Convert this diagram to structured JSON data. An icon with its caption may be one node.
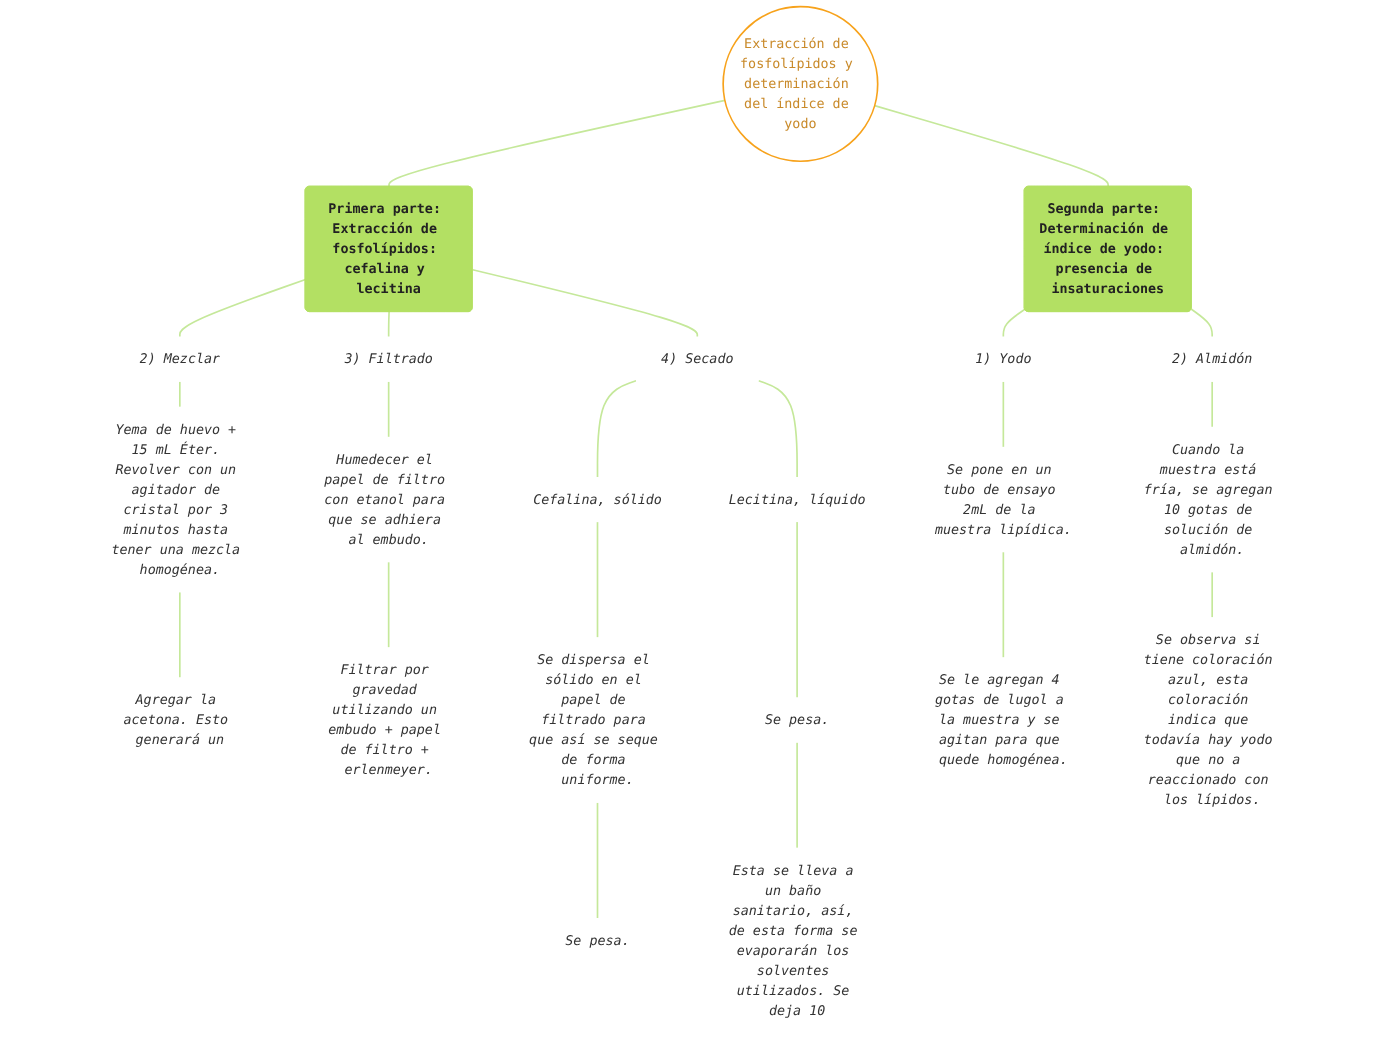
{
  "diagram": {
    "nodes": [
      {
        "text": [
          "Extracción de fosfolípidos y determinación del índice de yodo"
        ]
      },
      {
        "text": [
          "Primera parte: Extracción de fosfolípidos: cefalina y lecitina"
        ]
      },
      {
        "text": [
          "2) Mezclar"
        ]
      },
      {
        "text": [
          "Yema de huevo + 15 mL Éter. Revolver con un agitador de cristal por 3 minutos hasta tener una mezcla homogénea."
        ]
      },
      {
        "text": [
          "Agregar la acetona. Esto generará un"
        ]
      },
      {
        "text": [
          "3) Filtrado"
        ]
      },
      {
        "text": [
          "Humedecer el papel de filtro con etanol para que se adhiera al embudo."
        ]
      },
      {
        "text": [
          "Filtrar por gravedad utilizando un embudo + papel de filtro + erlenmeyer."
        ]
      },
      {
        "text": [
          "4) Secado"
        ]
      },
      {
        "text": [
          "Cefalina, sólido"
        ]
      },
      {
        "text": [
          "Se dispersa el sólido en el papel de filtrado para que así se seque de forma uniforme."
        ]
      },
      {
        "text": [
          "Se pesa."
        ]
      },
      {
        "text": [
          "Lecitina, líquido"
        ]
      },
      {
        "text": [
          "Se pesa."
        ]
      },
      {
        "text": [
          "Esta se lleva a un baño sanitario, así, de esta forma se evaporarán los solventes utilizados. Se deja 10"
        ]
      },
      {
        "text": [
          "Segunda parte: Determinación de índice de yodo: presencia de insaturaciones"
        ]
      },
      {
        "text": [
          "1) Yodo"
        ]
      },
      {
        "text": [
          "Se pone en un tubo de ensayo 2mL de la muestra lipídica."
        ]
      },
      {
        "text": [
          "Se le agregan 4 gotas de lugol a la muestra y se agitan para que quede homogénea."
        ]
      },
      {
        "text": [
          "2) Almidón"
        ]
      },
      {
        "text": [
          "Cuando la muestra está fría, se agregan 10 gotas de solución de almidón."
        ]
      },
      {
        "text": [
          "Se observa si tiene coloración azul, esta coloración indica que todavía hay yodo que no a reaccionado con los lípidos."
        ]
      }
    ],
    "edges": [
      {
        "from": 0,
        "to": 1,
        "arrow": "none"
      },
      {
        "from": 1,
        "to": 2,
        "arrow": "none"
      },
      {
        "from": 2,
        "to": 3,
        "arrow": "none"
      },
      {
        "from": 3,
        "to": 4,
        "arrow": "none"
      },
      {
        "from": 1,
        "to": 5,
        "arrow": "none"
      },
      {
        "from": 5,
        "to": 6,
        "arrow": "none"
      },
      {
        "from": 6,
        "to": 7,
        "arrow": "none"
      },
      {
        "from": 1,
        "to": 8,
        "arrow": "none"
      },
      {
        "from": 8,
        "to": 9,
        "arrow": "none"
      },
      {
        "from": 9,
        "to": 10,
        "arrow": "none"
      },
      {
        "from": 10,
        "to": 11,
        "arrow": "none"
      },
      {
        "from": 8,
        "to": 12,
        "arrow": "none"
      },
      {
        "from": 12,
        "to": 13,
        "arrow": "none"
      },
      {
        "from": 13,
        "to": 14,
        "arrow": "none"
      },
      {
        "from": 0,
        "to": 15,
        "arrow": "none"
      },
      {
        "from": 15,
        "to": 16,
        "arrow": "none"
      },
      {
        "from": 16,
        "to": 17,
        "arrow": "none"
      },
      {
        "from": 17,
        "to": 18,
        "arrow": "none"
      },
      {
        "from": 15,
        "to": 19,
        "arrow": "none"
      },
      {
        "from": 19,
        "to": 20,
        "arrow": "none"
      },
      {
        "from": 20,
        "to": 21,
        "arrow": "none"
      }
    ]
  }
}
